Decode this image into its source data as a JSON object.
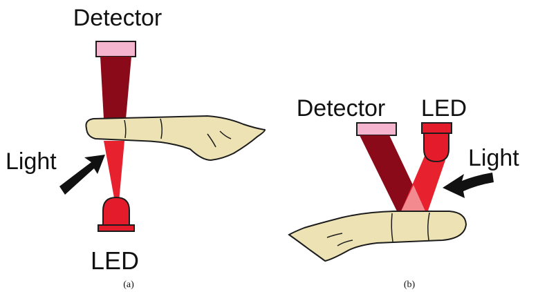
{
  "panel_a": {
    "detector_label": "Detector",
    "light_label": "Light",
    "led_label": "LED",
    "caption": "(a)"
  },
  "panel_b": {
    "detector_label": "Detector",
    "led_label": "LED",
    "light_label": "Light",
    "caption": "(b)"
  },
  "colors": {
    "detector_fill": "#f5b5cf",
    "detector_beam": "#8b0a1a",
    "led_beam": "#e8212f",
    "beam_overlap": "#f28a8f",
    "led_body": "#e31b2b",
    "finger_fill": "#ece2b3",
    "outline": "#1c1c1c"
  }
}
